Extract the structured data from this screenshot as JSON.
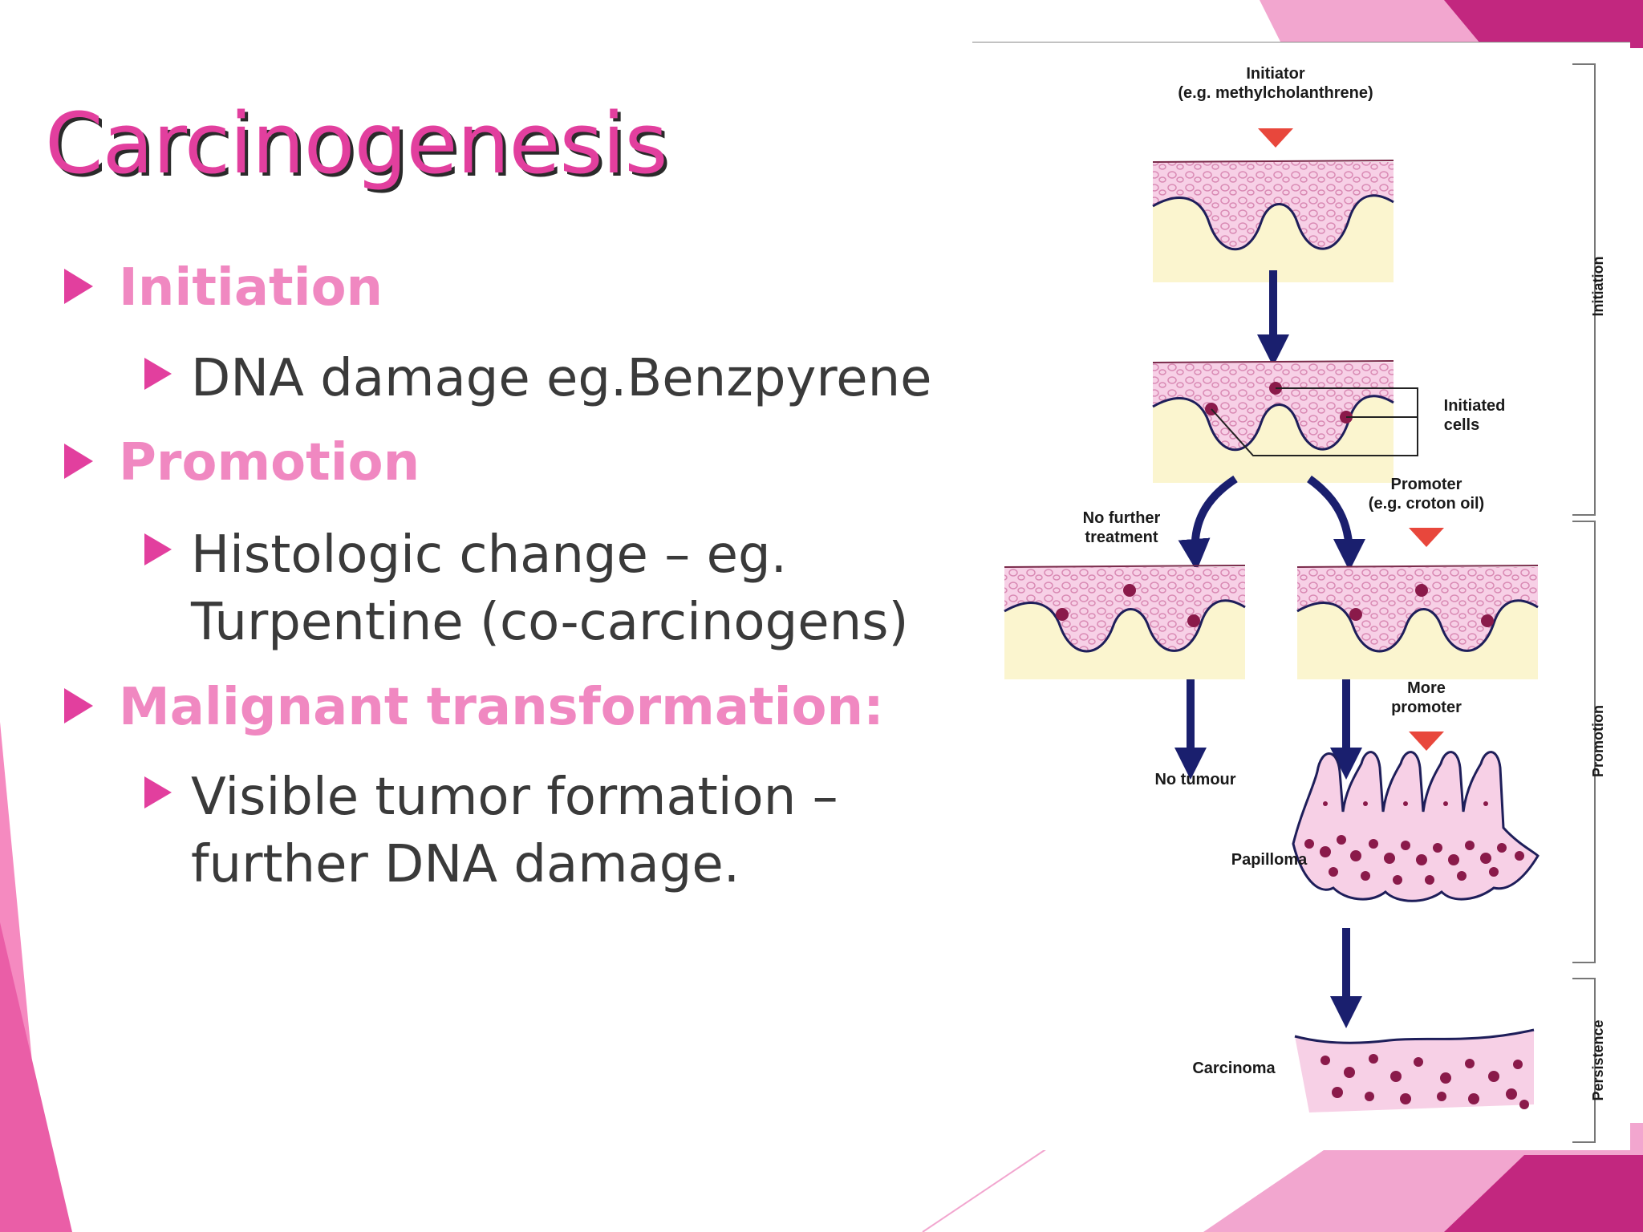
{
  "slide": {
    "title": "Carcinogenesis",
    "bullets": [
      {
        "heading": "Initiation",
        "sub": [
          "DNA damage eg.Benzpyrene"
        ]
      },
      {
        "heading": "Promotion",
        "sub": [
          "Histologic change – eg.",
          "Turpentine (co-carcinogens)"
        ]
      },
      {
        "heading": "Malignant transformation:",
        "sub": [
          "Visible tumor formation –",
          "further DNA damage."
        ]
      }
    ]
  },
  "figure": {
    "initiator_label": "Initiator",
    "initiator_example": "(e.g. methylcholanthrene)",
    "initiated_cells_1": "Initiated",
    "initiated_cells_2": "cells",
    "no_further_1": "No further",
    "no_further_2": "treatment",
    "promoter_1": "Promoter",
    "promoter_2": "(e.g. croton oil)",
    "more_promoter_1": "More",
    "more_promoter_2": "promoter",
    "no_tumour": "No tumour",
    "papilloma": "Papilloma",
    "carcinoma": "Carcinoma",
    "stage_initiation": "Initiation",
    "stage_promotion": "Promotion",
    "stage_persistence": "Persistence"
  },
  "colors": {
    "accent": "#e23f9e",
    "light_pink": "#f088c1",
    "text_dark": "#3a3a3a",
    "arrow_navy": "#1a1f6e",
    "tissue_pink": "#f7d0e6",
    "tissue_yellow": "#fbf5cf",
    "cell_dark": "#8a1a4a"
  }
}
